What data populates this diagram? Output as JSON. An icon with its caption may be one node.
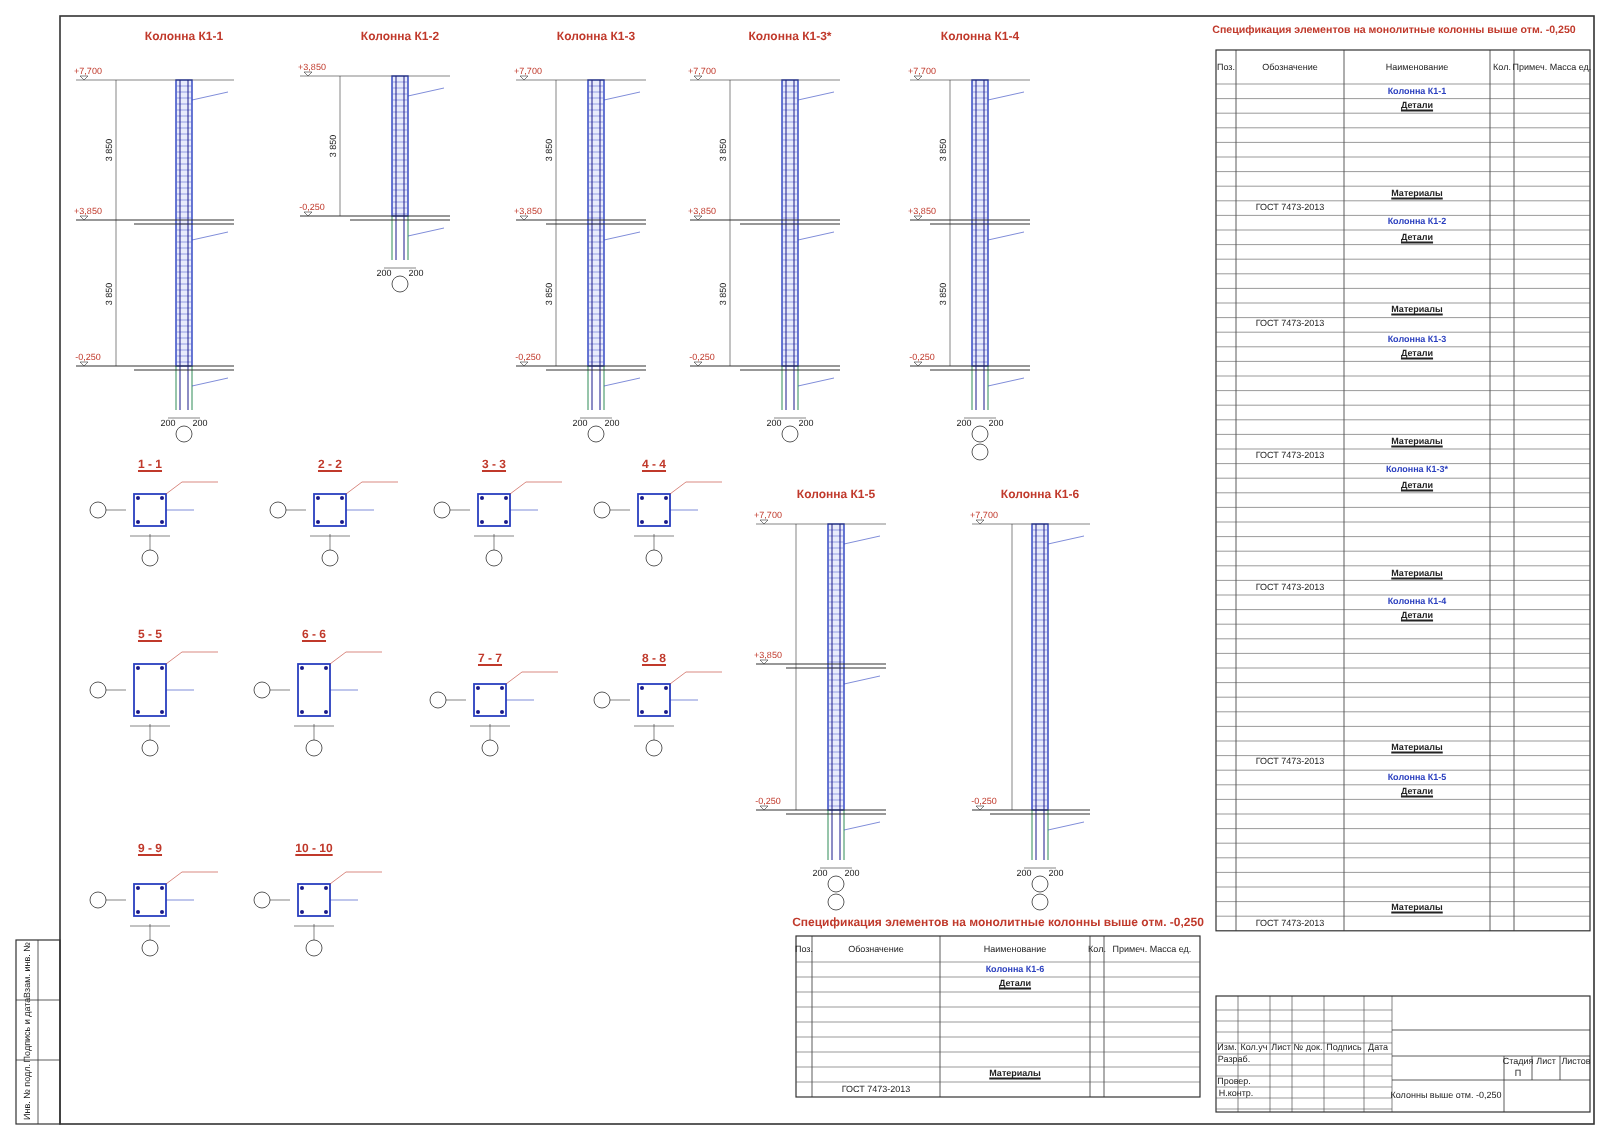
{
  "diagram": {
    "labels": [
      "Колонна К1-1",
      "+7,700",
      "+3,850",
      "-0,250",
      "3 850",
      "3 850",
      "200",
      "200",
      "Колонна К1-2",
      "+3,850",
      "-0,250",
      "3 850",
      "200",
      "200",
      "Колонна К1-3",
      "+7,700",
      "+3,850",
      "-0,250",
      "3 850",
      "3 850",
      "200",
      "200",
      "Колонна К1-3*",
      "+7,700",
      "+3,850",
      "-0,250",
      "3 850",
      "3 850",
      "200",
      "200",
      "Колонна К1-4",
      "+7,700",
      "+3,850",
      "-0,250",
      "3 850",
      "3 850",
      "200",
      "200",
      "1 - 1",
      "2 - 2",
      "3 - 3",
      "4 - 4",
      "5 - 5",
      "6 - 6",
      "7 - 7",
      "8 - 8",
      "9 - 9",
      "10 - 10",
      "Колонна К1-5",
      "+7,700",
      "+3,850",
      "-0,250",
      "200",
      "200",
      "Колонна К1-6",
      "+7,700",
      "-0,250",
      "200",
      "200",
      "Спецификация элементов на монолитные колонны выше отм. -0,250",
      "Поз.",
      "Обозначение",
      "Наименование",
      "Кол.",
      "Примеч. Масса ед.",
      "Колонна К1-1",
      "Детали",
      "Материалы",
      "ГОСТ 7473-2013",
      "Колонна К1-2",
      "Детали",
      "Материалы",
      "ГОСТ 7473-2013",
      "Колонна К1-3",
      "Детали",
      "Материалы",
      "ГОСТ 7473-2013",
      "Колонна К1-3*",
      "Детали",
      "Материалы",
      "ГОСТ 7473-2013",
      "Колонна К1-4",
      "Детали",
      "Материалы",
      "ГОСТ 7473-2013",
      "Колонна К1-5",
      "Детали",
      "Материалы",
      "ГОСТ 7473-2013",
      "Спецификация элементов на монолитные колонны выше отм. -0,250",
      "Поз.",
      "Обозначение",
      "Наименование",
      "Кол.",
      "Примеч. Масса ед.",
      "Колонна К1-6",
      "Детали",
      "Материалы",
      "ГОСТ 7473-2013",
      "Изм.",
      "Кол.уч",
      "Лист",
      "№ док.",
      "Подпись",
      "Дата",
      "Разраб.",
      "Провер.",
      "Н.контр.",
      "Колонны выше отм. -0,250",
      "Стадия",
      "Лист",
      "Листов",
      "П",
      "Взам. инв. №",
      "Подпись и дата",
      "Инв. № подл."
    ]
  }
}
